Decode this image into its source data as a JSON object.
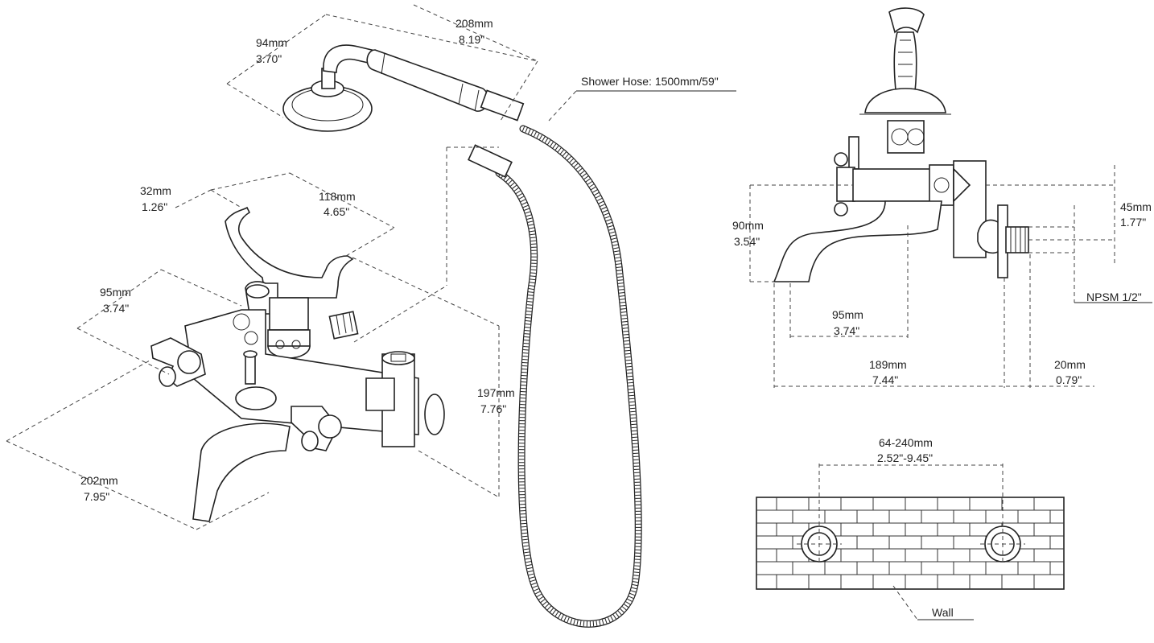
{
  "labels": {
    "handshower_width_mm": "94mm",
    "handshower_width_in": "3.70\"",
    "handshower_length_mm": "208mm",
    "handshower_length_in": "8.19\"",
    "hose": "Shower Hose: 1500mm/59\"",
    "cradle_width_mm": "32mm",
    "cradle_width_in": "1.26\"",
    "cradle_span_mm": "118mm",
    "cradle_span_in": "4.65\"",
    "centers_mm": "95mm",
    "centers_in": "3.74\"",
    "height_mm": "197mm",
    "height_in": "7.76\"",
    "depth_mm": "202mm",
    "depth_in": "7.95\"",
    "side_height_mm": "90mm",
    "side_height_in": "3.54\"",
    "side_offset_mm": "45mm",
    "side_offset_in": "1.77\"",
    "thread": "NPSM 1/2\"",
    "side_reach_mm": "95mm",
    "side_reach_in": "3.74\"",
    "side_total_mm": "189mm",
    "side_total_in": "7.44\"",
    "flange_mm": "20mm",
    "flange_in": "0.79\"",
    "wall_centers_mm": "64-240mm",
    "wall_centers_in": "2.52\"-9.45\"",
    "wall": "Wall"
  }
}
